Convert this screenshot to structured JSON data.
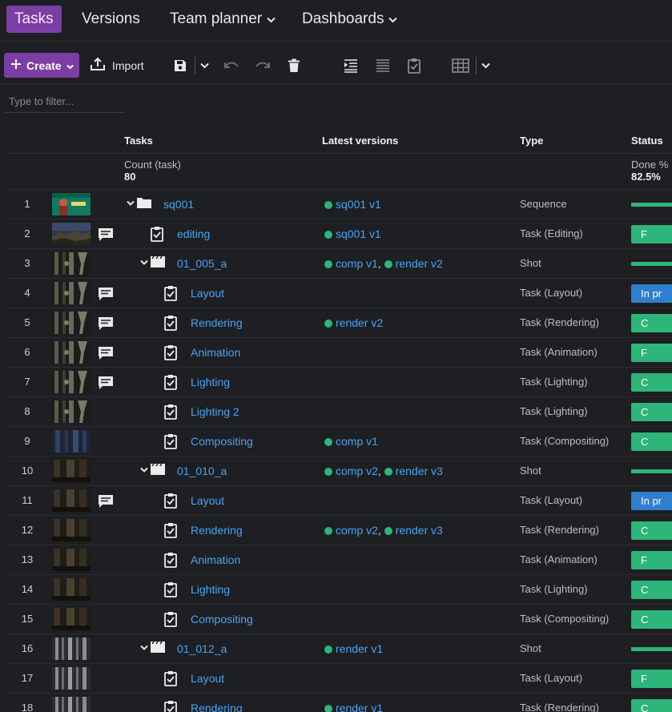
{
  "nav": {
    "tabs": [
      {
        "label": "Tasks",
        "active": true,
        "dropdown": false
      },
      {
        "label": "Versions",
        "active": false,
        "dropdown": false
      },
      {
        "label": "Team planner",
        "active": false,
        "dropdown": true
      },
      {
        "label": "Dashboards",
        "active": false,
        "dropdown": true
      }
    ]
  },
  "toolbar": {
    "create_label": "Create",
    "import_label": "Import",
    "icons": [
      "save-icon",
      "chevron-down-icon",
      "undo-icon",
      "redo-icon",
      "trash-icon",
      "indent-icon",
      "list-icon",
      "clipboard-check-icon",
      "grid-icon",
      "chevron-down-icon"
    ]
  },
  "filter": {
    "placeholder": "Type to filter..."
  },
  "columns": {
    "tasks": "Tasks",
    "versions": "Latest versions",
    "type": "Type",
    "status": "Status"
  },
  "aggregates": {
    "count_label": "Count (task)",
    "count_value": "80",
    "done_label": "Done %",
    "done_value": "82.5%"
  },
  "colors": {
    "accent": "#7b3ea2",
    "link": "#4aa3f5",
    "done": "#2db57a",
    "in_progress": "#2f7fd1"
  },
  "rows": [
    {
      "num": "1",
      "kind": "folder",
      "level": 0,
      "caret": true,
      "name": "sq001",
      "thumb": "sq",
      "comment": false,
      "versions": [
        "sq001 v1"
      ],
      "type": "Sequence",
      "status": {
        "kind": "bar",
        "progress": 1.0
      }
    },
    {
      "num": "2",
      "kind": "task",
      "level": 1,
      "caret": false,
      "name": "editing",
      "thumb": "landscape",
      "comment": true,
      "versions": [
        "sq001 v1"
      ],
      "type": "Task (Editing)",
      "status": {
        "kind": "pill",
        "label": "F",
        "color": "#2db57a"
      }
    },
    {
      "num": "3",
      "kind": "shot",
      "level": 1,
      "caret": true,
      "name": "01_005_a",
      "thumb": "forest",
      "comment": false,
      "versions": [
        "comp v1",
        "render v2"
      ],
      "type": "Shot",
      "status": {
        "kind": "bar",
        "progress": 1.0
      }
    },
    {
      "num": "4",
      "kind": "task",
      "level": 2,
      "caret": false,
      "name": "Layout",
      "thumb": "forest",
      "comment": true,
      "versions": [],
      "type": "Task (Layout)",
      "status": {
        "kind": "pill",
        "label": "In pr",
        "color": "#2f7fd1"
      }
    },
    {
      "num": "5",
      "kind": "task",
      "level": 2,
      "caret": false,
      "name": "Rendering",
      "thumb": "forest",
      "comment": true,
      "versions": [
        "render v2"
      ],
      "type": "Task (Rendering)",
      "status": {
        "kind": "pill",
        "label": "C",
        "color": "#2db57a"
      }
    },
    {
      "num": "6",
      "kind": "task",
      "level": 2,
      "caret": false,
      "name": "Animation",
      "thumb": "forest",
      "comment": true,
      "versions": [],
      "type": "Task (Animation)",
      "status": {
        "kind": "pill",
        "label": "F",
        "color": "#2db57a"
      }
    },
    {
      "num": "7",
      "kind": "task",
      "level": 2,
      "caret": false,
      "name": "Lighting",
      "thumb": "forest",
      "comment": true,
      "versions": [],
      "type": "Task (Lighting)",
      "status": {
        "kind": "pill",
        "label": "C",
        "color": "#2db57a"
      }
    },
    {
      "num": "8",
      "kind": "task",
      "level": 2,
      "caret": false,
      "name": "Lighting 2",
      "thumb": "forest",
      "comment": false,
      "versions": [],
      "type": "Task (Lighting)",
      "status": {
        "kind": "pill",
        "label": "C",
        "color": "#2db57a"
      }
    },
    {
      "num": "9",
      "kind": "task",
      "level": 2,
      "caret": false,
      "name": "Compositing",
      "thumb": "blue",
      "comment": false,
      "versions": [
        "comp v1"
      ],
      "type": "Task (Compositing)",
      "status": {
        "kind": "pill",
        "label": "C",
        "color": "#2db57a"
      }
    },
    {
      "num": "10",
      "kind": "shot",
      "level": 1,
      "caret": true,
      "name": "01_010_a",
      "thumb": "dark",
      "comment": false,
      "versions": [
        "comp v2",
        "render v3"
      ],
      "type": "Shot",
      "status": {
        "kind": "bar",
        "progress": 1.0
      }
    },
    {
      "num": "11",
      "kind": "task",
      "level": 2,
      "caret": false,
      "name": "Layout",
      "thumb": "dark",
      "comment": true,
      "versions": [],
      "type": "Task (Layout)",
      "status": {
        "kind": "pill",
        "label": "In pr",
        "color": "#2f7fd1"
      }
    },
    {
      "num": "12",
      "kind": "task",
      "level": 2,
      "caret": false,
      "name": "Rendering",
      "thumb": "dark",
      "comment": false,
      "versions": [
        "comp v2",
        "render v3"
      ],
      "type": "Task (Rendering)",
      "status": {
        "kind": "pill",
        "label": "C",
        "color": "#2db57a"
      }
    },
    {
      "num": "13",
      "kind": "task",
      "level": 2,
      "caret": false,
      "name": "Animation",
      "thumb": "dark",
      "comment": false,
      "versions": [],
      "type": "Task (Animation)",
      "status": {
        "kind": "pill",
        "label": "F",
        "color": "#2db57a"
      }
    },
    {
      "num": "14",
      "kind": "task",
      "level": 2,
      "caret": false,
      "name": "Lighting",
      "thumb": "dark",
      "comment": false,
      "versions": [],
      "type": "Task (Lighting)",
      "status": {
        "kind": "pill",
        "label": "C",
        "color": "#2db57a"
      }
    },
    {
      "num": "15",
      "kind": "task",
      "level": 2,
      "caret": false,
      "name": "Compositing",
      "thumb": "dark",
      "comment": false,
      "versions": [],
      "type": "Task (Compositing)",
      "status": {
        "kind": "pill",
        "label": "C",
        "color": "#2db57a"
      }
    },
    {
      "num": "16",
      "kind": "shot",
      "level": 1,
      "caret": true,
      "name": "01_012_a",
      "thumb": "pillars",
      "comment": false,
      "versions": [
        "render v1"
      ],
      "type": "Shot",
      "status": {
        "kind": "bar",
        "progress": 1.0
      }
    },
    {
      "num": "17",
      "kind": "task",
      "level": 2,
      "caret": false,
      "name": "Layout",
      "thumb": "pillars",
      "comment": false,
      "versions": [],
      "type": "Task (Layout)",
      "status": {
        "kind": "pill",
        "label": "F",
        "color": "#2db57a"
      }
    },
    {
      "num": "18",
      "kind": "task",
      "level": 2,
      "caret": false,
      "name": "Rendering",
      "thumb": "pillars",
      "comment": false,
      "versions": [
        "render v1"
      ],
      "type": "Task (Rendering)",
      "status": {
        "kind": "pill",
        "label": "C",
        "color": "#2db57a"
      }
    }
  ]
}
